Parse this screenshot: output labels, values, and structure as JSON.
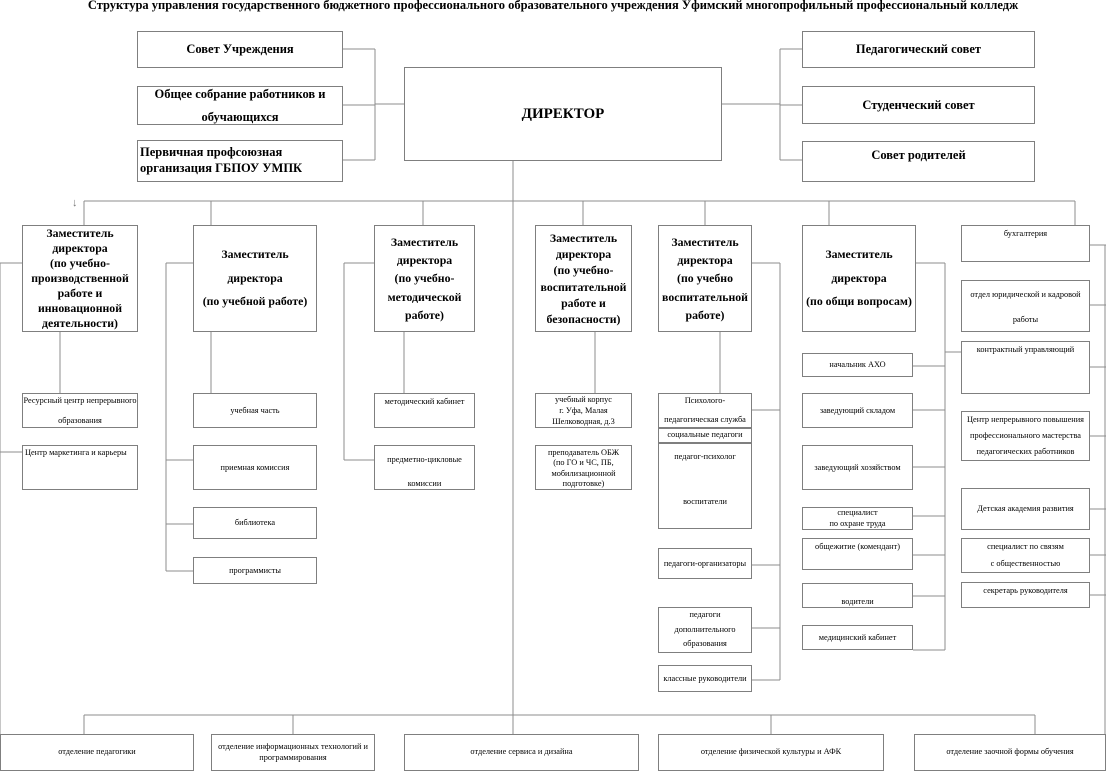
{
  "title": "Структура управления государственного бюджетного профессионального образовательного учреждения Уфимский многопрофильный профессиональный колледж",
  "director": "ДИРЕКТОР",
  "councils_left": [
    {
      "lines": [
        "Совет Учреждения"
      ]
    },
    {
      "lines": [
        "Общее собрание работников и",
        "обучающихся"
      ]
    },
    {
      "lines": [
        "Первичная профсоюзная",
        "организация ГБПОУ УМПК"
      ]
    }
  ],
  "councils_right": [
    {
      "lines": [
        "Педагогический совет"
      ]
    },
    {
      "lines": [
        "Студенческий совет"
      ]
    },
    {
      "lines": [
        "Совет родителей"
      ]
    }
  ],
  "deputies": [
    {
      "lines": [
        "Заместитель",
        "директора",
        "(по учебно-",
        "производственной",
        "работе и",
        "инновационной",
        "деятельности)"
      ]
    },
    {
      "lines": [
        "Заместитель",
        "",
        "директора",
        "",
        "(по учебной работе)"
      ]
    },
    {
      "lines": [
        "Заместитель",
        "директора",
        "(по учебно-",
        "методической",
        "работе)"
      ]
    },
    {
      "lines": [
        "Заместитель",
        "директора",
        "(по учебно-",
        "воспитательной",
        "работе и",
        "безопасности)"
      ]
    },
    {
      "lines": [
        "Заместитель",
        "директора",
        "(по учебно",
        "воспитательной",
        "работе)"
      ]
    },
    {
      "lines": [
        "Заместитель",
        "",
        "директора",
        "",
        "(по общи вопросам)"
      ]
    }
  ],
  "units": {
    "d1": [
      [
        "Ресурсный центр непрерывного",
        "образования"
      ],
      [
        "Центр  маркетинга и карьеры"
      ]
    ],
    "d2": [
      [
        "учебная часть"
      ],
      [
        "приемная комиссия"
      ],
      [
        "библиотека"
      ],
      [
        "программисты"
      ]
    ],
    "d3": [
      [
        "методический кабинет"
      ],
      [
        "предметно-цикловые",
        "комиссии"
      ]
    ],
    "d4": [
      [
        "учебный корпус",
        "г. Уфа, Малая",
        "Шелководная, д.3"
      ],
      [
        "преподаватель ОБЖ",
        "(по ГО и ЧС, ПБ,",
        "мобилизационной",
        "подготовке)"
      ]
    ],
    "d5": [
      [
        "Психолого-",
        "педагогическая служба"
      ],
      [
        "социальные педагоги"
      ],
      [
        "педагог-психолог",
        "",
        "воспитатели"
      ],
      [
        "педагоги-организаторы"
      ],
      [
        "педагоги",
        "дополнительного",
        "образования"
      ],
      [
        "классные руководители"
      ]
    ],
    "d6": [
      [
        "начальник АХО"
      ],
      [
        "заведующий складом"
      ],
      [
        "заведующий хозяйством"
      ],
      [
        "специалист",
        "по охране труда"
      ],
      [
        "общежитие (комендант)"
      ],
      [
        "водители"
      ],
      [
        "медицинский кабинет"
      ]
    ],
    "right": [
      [
        "бухгалтерия"
      ],
      [
        "отдел юридической и кадровой",
        "работы"
      ],
      [
        "контрактный управляющий"
      ],
      [
        "Центр непрерывного повышения",
        "профессионального мастерства",
        "педагогических работников"
      ],
      [
        "Детская академия развития"
      ],
      [
        "специалист по связям",
        "с общественностью"
      ],
      [
        "секретарь руководителя"
      ]
    ],
    "bottom": [
      [
        "отделение педагогики"
      ],
      [
        "отделение информационных технологий и",
        "программирования"
      ],
      [
        "отделение сервиса и дизайна"
      ],
      [
        "отделение физической культуры и АФК"
      ],
      [
        "отделение заочной формы обучения"
      ]
    ]
  },
  "colors": {
    "border": "#7f7f7f",
    "line": "#8c8c8c"
  }
}
